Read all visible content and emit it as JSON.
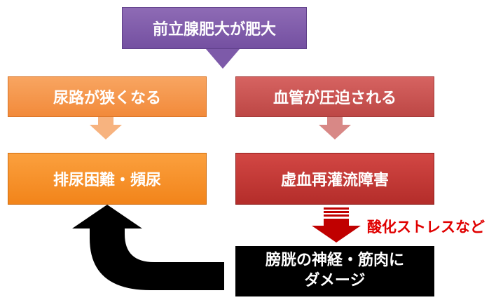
{
  "nodes": {
    "top": "前立腺肥大が肥大",
    "left1": "尿路が狭くなる",
    "right1": "血管が圧迫される",
    "left2": "排尿困難・頻尿",
    "right2": "虚血再灌流障害",
    "bottom_line1": "膀胱の神経・筋肉に",
    "bottom_line2": "ダメージ"
  },
  "edge_label": "酸化ストレスなど",
  "colors": {
    "top": "#7d5aa9",
    "left": "#f4943f",
    "right": "#c14c4a",
    "bottom": "#000000",
    "label": "#e00000"
  }
}
